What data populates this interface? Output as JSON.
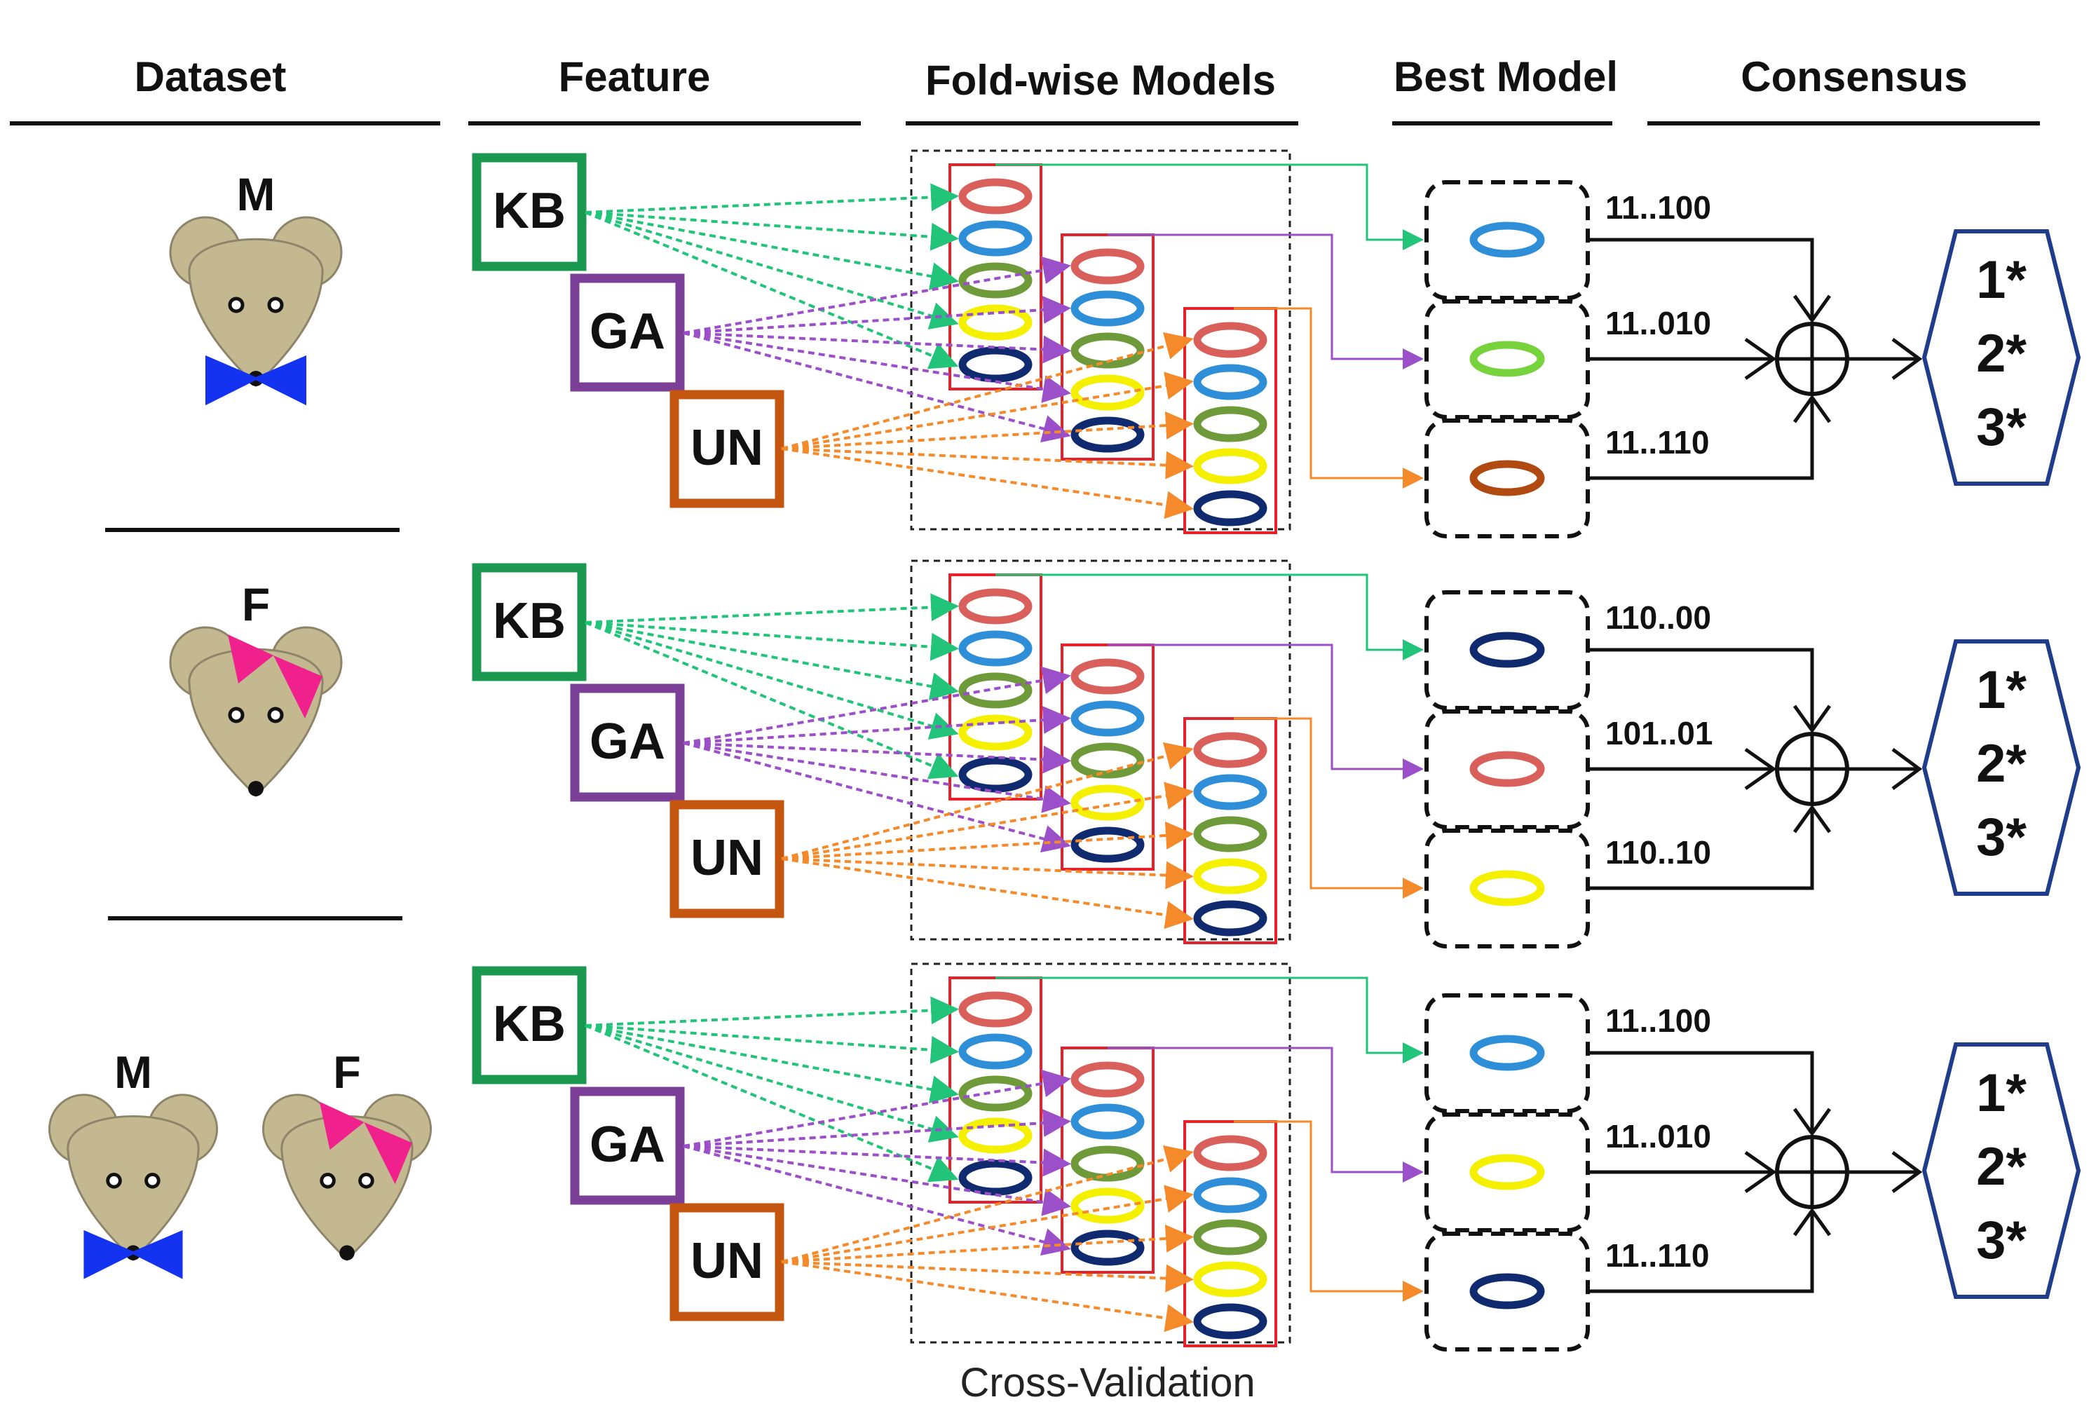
{
  "headers": {
    "dataset": "Dataset",
    "feature": "Feature",
    "fold_models": "Fold-wise Models",
    "best_model": "Best Model",
    "consensus": "Consensus"
  },
  "footer": {
    "cross_validation": "Cross-Validation"
  },
  "feature_labels": {
    "kb": "KB",
    "ga": "GA",
    "un": "UN"
  },
  "consensus_labels": [
    "1*",
    "2*",
    "3*"
  ],
  "rows": [
    {
      "id": "male",
      "dataset_labels": [
        "M"
      ],
      "best_models": [
        "blue",
        "lightgreen",
        "brown"
      ],
      "codes": [
        "11..100",
        "11..010",
        "11..110"
      ]
    },
    {
      "id": "female",
      "dataset_labels": [
        "F"
      ],
      "best_models": [
        "navy",
        "red",
        "yellow"
      ],
      "codes": [
        "110..00",
        "101..01",
        "110..10"
      ]
    },
    {
      "id": "combined",
      "dataset_labels": [
        "M",
        "F"
      ],
      "best_models": [
        "blue",
        "yellow",
        "navy"
      ],
      "codes": [
        "11..100",
        "11..010",
        "11..110"
      ]
    }
  ],
  "colors": {
    "kb": "#1a9850",
    "ga": "#7b3f98",
    "un": "#c4560f",
    "kb_arrow": "#22c47a",
    "ga_arrow": "#9b4fc8",
    "un_arrow": "#f58a2a",
    "fold_border": "#e8202a",
    "hexagon": "#1f3d8a",
    "mouse_fill": "#c3b890",
    "bowtie_male": "#1433f0",
    "bowtie_female": "#f0208c",
    "ellipse_red": "#d9605a",
    "ellipse_blue": "#2e8fd8",
    "ellipse_green": "#6f9a3a",
    "ellipse_yellow": "#f5f000",
    "ellipse_navy": "#0f2a6e",
    "ellipse_lightgreen": "#78d23c",
    "ellipse_brown": "#b04a10"
  }
}
